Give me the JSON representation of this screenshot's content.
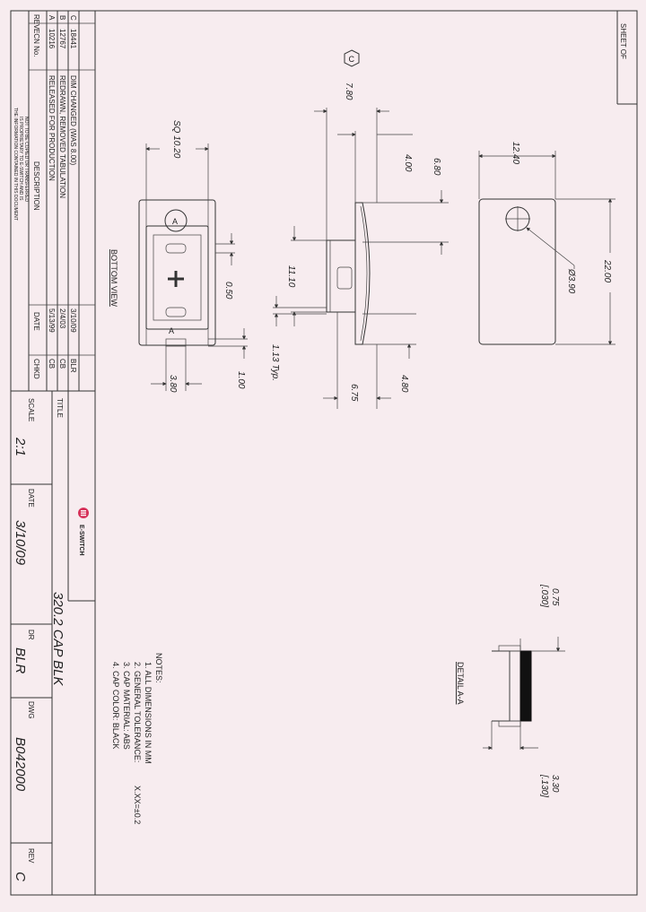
{
  "sheet": {
    "header": "SHEET OF",
    "revisions": {
      "headers": {
        "rev": "REV.",
        "ecn": "ECN No.",
        "description": "DESCRIPTION",
        "date": "DATE",
        "chkd": "CHKD"
      },
      "rows": [
        {
          "rev": "C",
          "ecn": "18441",
          "description": "DIM CHANGED (WAS 8.00)",
          "date": "3/10/09",
          "chkd": "BLR"
        },
        {
          "rev": "B",
          "ecn": "12767",
          "description": "REDRAWN, REMOVED TABULATION",
          "date": "2/4/03",
          "chkd": "CB"
        },
        {
          "rev": "A",
          "ecn": "10216",
          "description": "RELEASED FOR PRODUCTION",
          "date": "5/13/99",
          "chkd": "CB"
        }
      ]
    },
    "proprietary_notice": [
      "THE INFORMATION CONTAINED IN THIS DOCUMENT",
      "IS PROPRIETARY TO E-SWITCH AND IS",
      "NOT TO BE COPIED OR TRANSFERRED"
    ],
    "title_block": {
      "title_label": "TITLE",
      "title": "320.2 CAP BLK",
      "company": "E-SWITCH",
      "scale_label": "SCALE",
      "scale": "2:1",
      "date_label": "DATE",
      "date": "3/10/09",
      "dr_label": "DR",
      "dr": "BLR",
      "dwg_label": "DWG",
      "dwg": "B042000",
      "rev_label": "REV",
      "rev": "C"
    },
    "notes": {
      "heading": "NOTES:",
      "items": [
        "1. ALL DIMENSIONS IN MM",
        "2. GENERAL TOLERANCE:",
        "X.XX=±0.2",
        "3. CAP MATERIAL: ABS",
        "4. CAP COLOR: BLACK"
      ]
    },
    "views": {
      "bottom_view": "BOTTOM VIEW",
      "detail": "DETAIL A-A",
      "revision_marker": "C",
      "section_marks": [
        "A",
        "A"
      ]
    },
    "dimensions": {
      "sq": "SQ 10.20",
      "d_050": "0.50",
      "d_380": "3.80",
      "d_100": "1.00",
      "d_780": "7.80",
      "d_400": "4.00",
      "d_680": "6.80",
      "d_1110": "11.10",
      "d_113": "1.13 Typ.",
      "d_480": "4.80",
      "d_675": "6.75",
      "d_1240": "12.40",
      "d_2200": "22.00",
      "d_390": "Ø3.90",
      "d_075": "0.75",
      "d_075in": "[.030]",
      "d_330": "3.30",
      "d_330in": "[.130]"
    },
    "colors": {
      "paper": "#f7ecef",
      "line": "#333333",
      "logo": "#d6325a"
    }
  }
}
